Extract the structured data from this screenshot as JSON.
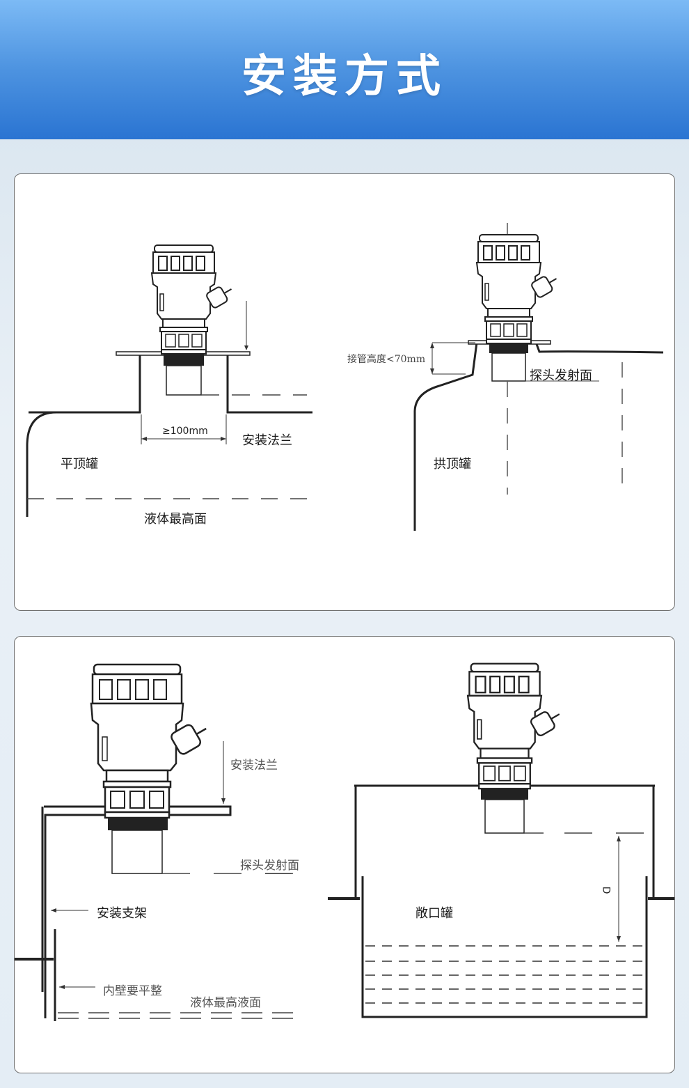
{
  "header": {
    "title": "安装方式"
  },
  "panel_top": {
    "flat_tank": {
      "tank_label": "平顶罐",
      "flange_label": "安装法兰",
      "width_label": "≥100mm",
      "liquid_label": "液体最高面"
    },
    "dome_tank": {
      "tank_label": "拱顶罐",
      "pipe_label": "接管高度<70mm",
      "probe_label": "探头发射面"
    }
  },
  "panel_bottom": {
    "bracket": {
      "flange_label": "安装法兰",
      "probe_label": "探头发射面",
      "bracket_label": "安装支架",
      "wall_label": "内壁要平整",
      "liquid_label": "液体最高液面"
    },
    "open_tank": {
      "tank_label": "敞口罐",
      "distance_label": "D"
    }
  }
}
